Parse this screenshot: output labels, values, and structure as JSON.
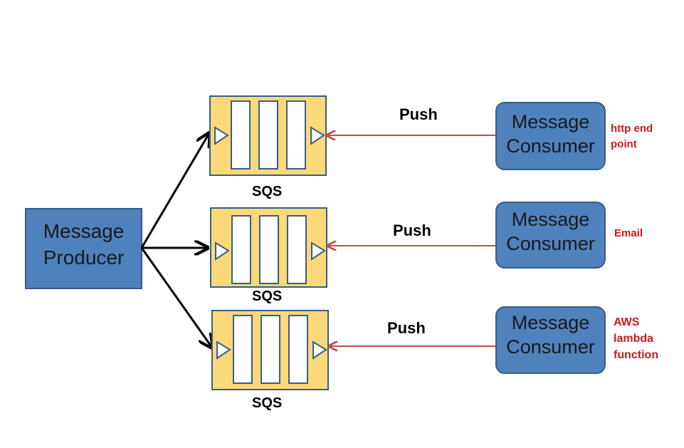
{
  "producer": {
    "line1": "Message",
    "line2": "Producer"
  },
  "queues": [
    {
      "label": "SQS"
    },
    {
      "label": "SQS"
    },
    {
      "label": "SQS"
    }
  ],
  "connections": [
    {
      "label": "Push"
    },
    {
      "label": "Push"
    },
    {
      "label": "Push"
    }
  ],
  "consumers": [
    {
      "line1": "Message",
      "line2": "Consumer",
      "note_lines": [
        "http end",
        "point"
      ]
    },
    {
      "line1": "Message",
      "line2": "Consumer",
      "note_lines": [
        "Email"
      ]
    },
    {
      "line1": "Message",
      "line2": "Consumer",
      "note_lines": [
        "AWS",
        "lambda",
        "function"
      ]
    }
  ],
  "colors": {
    "box_fill": "#4f81bd",
    "box_stroke": "#385d8a",
    "queue_fill": "#fcd978",
    "queue_stroke": "#385d8a",
    "black_arrow": "#000000",
    "push_arrow": "#c0504d",
    "note_text": "#cc1a1a"
  }
}
